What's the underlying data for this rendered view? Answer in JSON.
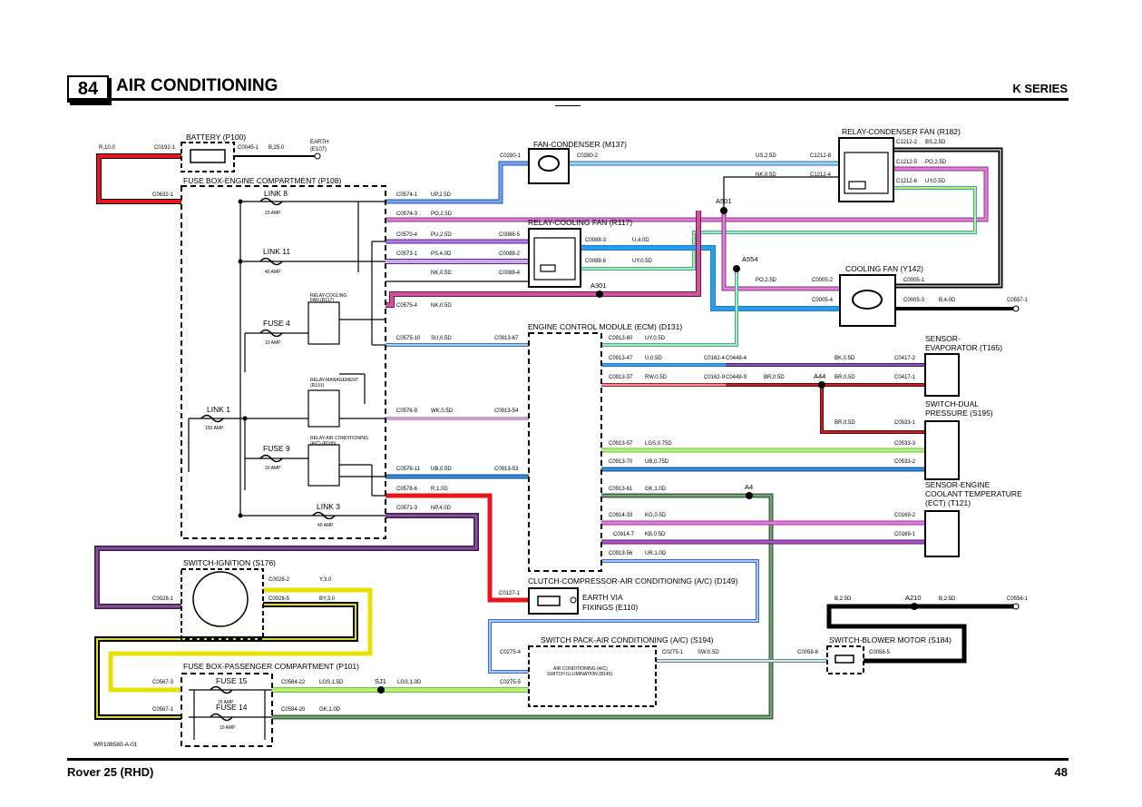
{
  "header": {
    "page_number": "84",
    "title": "AIR CONDITIONING",
    "series": "K SERIES"
  },
  "footer": {
    "model": "Rover 25 (RHD)",
    "page": "48"
  },
  "reference": "WR108580-A-01",
  "components": {
    "battery": "BATTERY (P100)",
    "earth_e107": "EARTH",
    "earth_e107_code": "(E107)",
    "fusebox_engine": "FUSE BOX-ENGINE COMPARTMENT (P108)",
    "fan_condenser": "FAN-CONDENSER (M137)",
    "relay_condenser_fan": "RELAY-CONDENSER FAN (R182)",
    "relay_cooling_fan": "RELAY-COOLING FAN (R117)",
    "cooling_fan": "COOLING FAN (Y142)",
    "ecm": "ENGINE CONTROL MODULE (ECM) (D131)",
    "sensor_evaporator_1": "SENSOR-",
    "sensor_evaporator_2": "EVAPORATOR (T165)",
    "switch_dual_pressure_1": "SWITCH-DUAL",
    "switch_dual_pressure_2": "PRESSURE (S195)",
    "sensor_ect_1": "SENSOR-ENGINE",
    "sensor_ect_2": "COOLANT TEMPERATURE",
    "sensor_ect_3": "(ECT) (T121)",
    "switch_ignition": "SWITCH-IGNITION (S176)",
    "clutch_compressor": "CLUTCH-COMPRESSOR-AIR CONDITIONING (A/C) (D149)",
    "earth_via_1": "EARTH VIA",
    "earth_via_2": "FIXINGS (E110)",
    "switch_pack_ac": "SWITCH PACK-AIR CONDITIONING (A/C) (S194)",
    "ac_switch_illum_1": "AIR CONDITIONING (A/C)",
    "ac_switch_illum_2": "SWITCH ILLUMINATION (B145)",
    "switch_blower_motor": "SWITCH-BLOWER MOTOR (S184)",
    "fusebox_passenger": "FUSE BOX-PASSENGER COMPARTMENT (P101)",
    "relay_cooling_fan_inner_1": "RELAY-COOLING",
    "relay_cooling_fan_inner_2": "FAN (R117)",
    "relay_management_1": "RELAY-MANAGEMENT",
    "relay_management_2": "(R191)",
    "relay_ac_1": "RELAY-AIR CONDITIONING",
    "relay_ac_2": "(A/C) (R180)"
  },
  "fuses": {
    "link8": "LINK 8",
    "link8_amp": "20 AMP",
    "link11": "LINK 11",
    "link11_amp": "40 AMP",
    "fuse4": "FUSE 4",
    "fuse4_amp": "10 AMP",
    "link1": "LINK 1",
    "link1_amp": "150 AMP",
    "fuse9": "FUSE 9",
    "fuse9_amp": "10 AMP",
    "link3": "LINK 3",
    "link3_amp": "40 AMP",
    "fuse15": "FUSE 15",
    "fuse15_amp": "15 AMP",
    "fuse14": "FUSE 14",
    "fuse14_amp": "10 AMP"
  },
  "splices": {
    "a501": "A501",
    "a554": "A554",
    "a301": "A301",
    "a44": "A44",
    "a4": "A4",
    "a210": "A210",
    "sj1": "SJ1"
  },
  "labels": {
    "r10": "R,10.0",
    "c0192": "C0192-1",
    "c0045": "C0045-1",
    "b250": "B,25.0",
    "c0632": "C0632-1",
    "c0574_1": "C0574-1",
    "up25": "UP,2.5D",
    "c0574_3": "C0574-3",
    "po25a": "PO,2.5D",
    "c0570_4": "C0570-4",
    "pu25": "PU,2.5D",
    "c0088_5": "C0088-5",
    "c0573_1": "C0573-1",
    "ps40": "PS,4.0D",
    "c0088_2": "C0088-2",
    "nk05a": "NK,0.5D",
    "c0088_4": "C0088-4",
    "c0575_4": "C0575-4",
    "nk05b": "NK,0.5D",
    "c0575_10": "C0575-10",
    "su05": "SU,0.5D",
    "c0913_67": "C0913-67",
    "c0576_9": "C0576-9",
    "wk05": "WK,0.5D",
    "c0913_54": "C0913-54",
    "c0576_11": "C0576-11",
    "ub05": "UB,0.5D",
    "c0913_53": "C0913-53",
    "c0578_6": "C0578-6",
    "r10b": "R,1.0D",
    "c0571_3": "C0571-3",
    "np40": "NP,4.0D",
    "c0280_1": "C0280-1",
    "c0280_2": "C0280-2",
    "us25": "US,2.5D",
    "c1212_8": "C1212-8",
    "nk05c": "NK,0.5D",
    "c1212_4": "C1212-4",
    "c1212_2": "C1212-2",
    "bs25": "BS,2.5D",
    "c1212_5": "C1212-5",
    "po25b": "PO,2.5D",
    "c1212_6": "C1212-6",
    "uy05a": "UY,0.5D",
    "c0088_3": "C0088-3",
    "u40": "U,4.0D",
    "c0088_6": "C0088-6",
    "uy05b": "UY,0.5D",
    "po25c": "PO,2.5D",
    "c0005_2": "C0005-2",
    "c0005_1": "C0005-1",
    "c0005_4": "C0005-4",
    "c0005_3": "C0005-3",
    "b40": "B,4.0D",
    "c0557_1": "C0557-1",
    "c0913_60": "C0913-60",
    "uy05c": "UY,0.5D",
    "c0913_47": "C0913-47",
    "u05": "U,0.5D",
    "c0162_4": "C0162-4",
    "c0448_4": "C0448-4",
    "bk05": "BK,0.5D",
    "c0417_2": "C0417-2",
    "c0913_37": "C0913-37",
    "rw05": "RW,0.5D",
    "c0162_9": "C0162-9",
    "c0448_9": "C0448-9",
    "br05a": "BR,0.5D",
    "br05b": "BR,0.5D",
    "c0417_1": "C0417-1",
    "br05c": "BR,0.5D",
    "c0533_1": "C0533-1",
    "c0913_57": "C0913-57",
    "lgs075": "LGS,0.75D",
    "c0533_3": "C0533-3",
    "c0913_70": "C0913-70",
    "ub075": "UB,0.75D",
    "c0533_2": "C0533-2",
    "c0913_61": "C0913-61",
    "gk10a": "GK,1.0D",
    "c0914_33": "C0914-33",
    "kg05": "KG,0.5D",
    "c0169_2": "C0169-2",
    "c0914_7": "C0914-7",
    "kb05": "KB,0.5D",
    "c0169_1": "C0169-1",
    "c0913_56": "C0913-56",
    "ur10": "UR,1.0D",
    "c0127_1": "C0127-1",
    "c0028_1": "C0028-1",
    "c0028_2": "C0028-2",
    "y30": "Y,3.0",
    "c0028_5": "C0028-5",
    "by30": "BY,3.0",
    "b25a": "B,2.5D",
    "b25b": "B,2.5D",
    "c0556_1": "C0556-1",
    "c0275_4": "C0275-4",
    "c0275_1": "C0275-1",
    "sw05": "SW,0.5D",
    "c0058_6": "C0058-6",
    "c0058_5": "C0058-5",
    "c0275_5": "C0275-5",
    "c0567_3": "C0567-3",
    "c0584_22": "C0584-22",
    "lgs15": "LGS,1.5D",
    "lgs10": "LGS,1.0D",
    "c0567_1": "C0567-1",
    "c0584_20": "C0584-20",
    "gk10b": "GK,1.0D"
  }
}
